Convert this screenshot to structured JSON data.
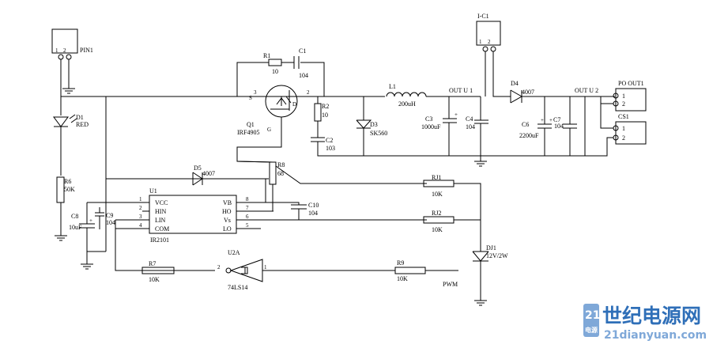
{
  "connectors": {
    "pin1": {
      "name": "PIN1",
      "pins": [
        "1",
        "2"
      ]
    },
    "ic1": {
      "name": "I-C1",
      "pins": [
        "1",
        "2"
      ]
    },
    "pout1": {
      "name": "PO OUT1",
      "pins": [
        "1",
        "2"
      ]
    },
    "cs1": {
      "name": "CS1",
      "pins": [
        "1",
        "2"
      ]
    }
  },
  "nets": {
    "out_u1": "OUT U 1",
    "out_u2": "OUT U 2",
    "pwm": "PWM"
  },
  "components": {
    "D1": {
      "ref": "D1",
      "value": "RED"
    },
    "R6": {
      "ref": "R6",
      "value": "50K"
    },
    "C8": {
      "ref": "C8",
      "value": "10uF"
    },
    "C9": {
      "ref": "C9",
      "value": "104"
    },
    "U1": {
      "ref": "U1",
      "part": "IR2101",
      "left_pins": [
        {
          "num": "1",
          "name": "VCC"
        },
        {
          "num": "2",
          "name": "HIN"
        },
        {
          "num": "3",
          "name": "LIN"
        },
        {
          "num": "4",
          "name": "COM"
        }
      ],
      "right_pins": [
        {
          "num": "8",
          "name": "VB"
        },
        {
          "num": "7",
          "name": "HO"
        },
        {
          "num": "6",
          "name": "Vs"
        },
        {
          "num": "5",
          "name": "LO"
        }
      ]
    },
    "D5": {
      "ref": "D5",
      "value": "4007"
    },
    "R1": {
      "ref": "R1",
      "value": "10"
    },
    "C1": {
      "ref": "C1",
      "value": "104"
    },
    "Q1": {
      "ref": "Q1",
      "part": "IRF4905",
      "pin_s": "S",
      "pin_g": "G",
      "pin_d": "D",
      "pin3": "3",
      "pin2": "2"
    },
    "R2": {
      "ref": "R2",
      "value": "10"
    },
    "C2": {
      "ref": "C2",
      "value": "103"
    },
    "R8": {
      "ref": "R8",
      "value": "68"
    },
    "C10": {
      "ref": "C10",
      "value": "104"
    },
    "D3": {
      "ref": "D3",
      "value": "SK560"
    },
    "L1": {
      "ref": "L1",
      "value": "200uH"
    },
    "C3": {
      "ref": "C3",
      "value": "1000uF",
      "polarity": "+"
    },
    "C4": {
      "ref": "C4",
      "value": "104"
    },
    "D4": {
      "ref": "D4",
      "value": "4007"
    },
    "C6": {
      "ref": "C6",
      "value": "2200uF"
    },
    "C7": {
      "ref": "C7",
      "value": "104",
      "polarity": "+"
    },
    "RJ1": {
      "ref": "RJ1",
      "value": "10K"
    },
    "RJ2": {
      "ref": "RJ2",
      "value": "10K"
    },
    "DJ1": {
      "ref": "DJ1",
      "value": "12V/2W"
    },
    "R7": {
      "ref": "R7",
      "value": "10K"
    },
    "U2A": {
      "ref": "U2A",
      "part": "74LS14",
      "pin_in": "1",
      "pin_out": "2"
    },
    "R9": {
      "ref": "R9",
      "value": "10K"
    }
  },
  "watermark": {
    "brand": "世纪电源网",
    "url": "21dianyuan.com",
    "logo_number": "21",
    "logo_sub": "电源"
  },
  "colors": {
    "wire": "#000000",
    "watermark": "#2f6fb8",
    "watermark_light": "#7fa8d8"
  }
}
